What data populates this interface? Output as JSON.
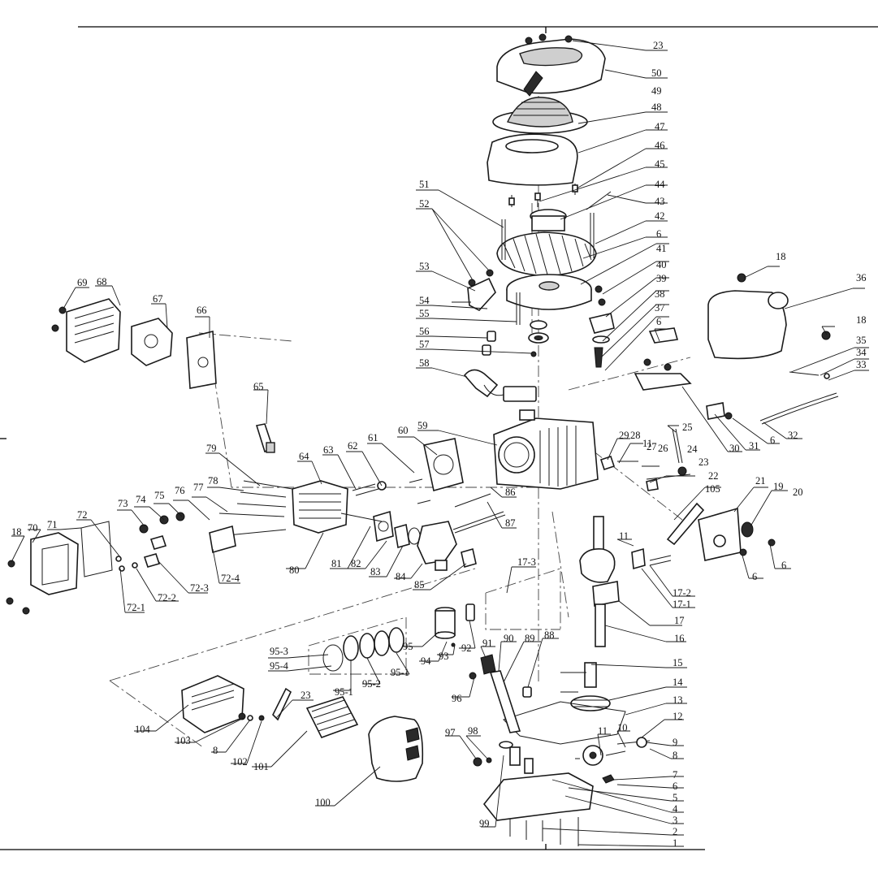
{
  "callouts": [
    {
      "id": "c23a",
      "text": "23"
    },
    {
      "id": "c50",
      "text": "50"
    },
    {
      "id": "c49",
      "text": "49"
    },
    {
      "id": "c48",
      "text": "48"
    },
    {
      "id": "c47",
      "text": "47"
    },
    {
      "id": "c46",
      "text": "46"
    },
    {
      "id": "c45",
      "text": "45"
    },
    {
      "id": "c44",
      "text": "44"
    },
    {
      "id": "c43",
      "text": "43"
    },
    {
      "id": "c42",
      "text": "42"
    },
    {
      "id": "c6a",
      "text": "6"
    },
    {
      "id": "c41",
      "text": "41"
    },
    {
      "id": "c40",
      "text": "40"
    },
    {
      "id": "c39",
      "text": "39"
    },
    {
      "id": "c38",
      "text": "38"
    },
    {
      "id": "c37",
      "text": "37"
    },
    {
      "id": "c6b",
      "text": "6"
    },
    {
      "id": "c18a",
      "text": "18"
    },
    {
      "id": "c36",
      "text": "36"
    },
    {
      "id": "c18b",
      "text": "18"
    },
    {
      "id": "c35",
      "text": "35"
    },
    {
      "id": "c34",
      "text": "34"
    },
    {
      "id": "c33",
      "text": "33"
    },
    {
      "id": "c32",
      "text": "32"
    },
    {
      "id": "c6c",
      "text": "6"
    },
    {
      "id": "c31",
      "text": "31"
    },
    {
      "id": "c30",
      "text": "30"
    },
    {
      "id": "c51",
      "text": "51"
    },
    {
      "id": "c52",
      "text": "52"
    },
    {
      "id": "c53",
      "text": "53"
    },
    {
      "id": "c54",
      "text": "54"
    },
    {
      "id": "c55",
      "text": "55"
    },
    {
      "id": "c56",
      "text": "56"
    },
    {
      "id": "c57",
      "text": "57"
    },
    {
      "id": "c58",
      "text": "58"
    },
    {
      "id": "c69",
      "text": "69"
    },
    {
      "id": "c68",
      "text": "68"
    },
    {
      "id": "c67",
      "text": "67"
    },
    {
      "id": "c66",
      "text": "66"
    },
    {
      "id": "c65",
      "text": "65"
    },
    {
      "id": "c60",
      "text": "60"
    },
    {
      "id": "c59",
      "text": "59"
    },
    {
      "id": "c61",
      "text": "61"
    },
    {
      "id": "c62",
      "text": "62"
    },
    {
      "id": "c63",
      "text": "63"
    },
    {
      "id": "c64",
      "text": "64"
    },
    {
      "id": "c79",
      "text": "79"
    },
    {
      "id": "c78",
      "text": "78"
    },
    {
      "id": "c77",
      "text": "77"
    },
    {
      "id": "c76",
      "text": "76"
    },
    {
      "id": "c75",
      "text": "75"
    },
    {
      "id": "c74",
      "text": "74"
    },
    {
      "id": "c73",
      "text": "73"
    },
    {
      "id": "c72",
      "text": "72"
    },
    {
      "id": "c71",
      "text": "71"
    },
    {
      "id": "c70",
      "text": "70"
    },
    {
      "id": "c18c",
      "text": "18"
    },
    {
      "id": "c721",
      "text": "72-1"
    },
    {
      "id": "c722",
      "text": "72-2"
    },
    {
      "id": "c723",
      "text": "72-3"
    },
    {
      "id": "c724",
      "text": "72-4"
    },
    {
      "id": "c80",
      "text": "80"
    },
    {
      "id": "c81",
      "text": "81"
    },
    {
      "id": "c82",
      "text": "82"
    },
    {
      "id": "c83",
      "text": "83"
    },
    {
      "id": "c84",
      "text": "84"
    },
    {
      "id": "c85",
      "text": "85"
    },
    {
      "id": "c86",
      "text": "86"
    },
    {
      "id": "c87",
      "text": "87"
    },
    {
      "id": "c29",
      "text": "29"
    },
    {
      "id": "c28",
      "text": "28"
    },
    {
      "id": "c11a",
      "text": "11"
    },
    {
      "id": "c27",
      "text": "27"
    },
    {
      "id": "c26",
      "text": "26"
    },
    {
      "id": "c25",
      "text": "25"
    },
    {
      "id": "c24",
      "text": "24"
    },
    {
      "id": "c23b",
      "text": "23"
    },
    {
      "id": "c22",
      "text": "22"
    },
    {
      "id": "c105",
      "text": "105"
    },
    {
      "id": "c21",
      "text": "21"
    },
    {
      "id": "c19",
      "text": "19"
    },
    {
      "id": "c20",
      "text": "20"
    },
    {
      "id": "c11b",
      "text": "11"
    },
    {
      "id": "c6d",
      "text": "6"
    },
    {
      "id": "c6e",
      "text": "6"
    },
    {
      "id": "c173",
      "text": "17-3"
    },
    {
      "id": "c172",
      "text": "17-2"
    },
    {
      "id": "c171",
      "text": "17-1"
    },
    {
      "id": "c17",
      "text": "17"
    },
    {
      "id": "c16",
      "text": "16"
    },
    {
      "id": "c953",
      "text": "95-3"
    },
    {
      "id": "c954",
      "text": "95-4"
    },
    {
      "id": "c95",
      "text": "95"
    },
    {
      "id": "c94",
      "text": "94"
    },
    {
      "id": "c93",
      "text": "93"
    },
    {
      "id": "c92",
      "text": "92"
    },
    {
      "id": "c951a",
      "text": "95-1"
    },
    {
      "id": "c952",
      "text": "95-2"
    },
    {
      "id": "c951b",
      "text": "95-1"
    },
    {
      "id": "c91",
      "text": "91"
    },
    {
      "id": "c90",
      "text": "90"
    },
    {
      "id": "c89",
      "text": "89"
    },
    {
      "id": "c88",
      "text": "88"
    },
    {
      "id": "c96",
      "text": "96"
    },
    {
      "id": "c15",
      "text": "15"
    },
    {
      "id": "c14",
      "text": "14"
    },
    {
      "id": "c13",
      "text": "13"
    },
    {
      "id": "c12",
      "text": "12"
    },
    {
      "id": "c10",
      "text": "10"
    },
    {
      "id": "c11c",
      "text": "11"
    },
    {
      "id": "c9",
      "text": "9"
    },
    {
      "id": "c8a",
      "text": "8"
    },
    {
      "id": "c7",
      "text": "7"
    },
    {
      "id": "c6f",
      "text": "6"
    },
    {
      "id": "c5",
      "text": "5"
    },
    {
      "id": "c4",
      "text": "4"
    },
    {
      "id": "c3",
      "text": "3"
    },
    {
      "id": "c2",
      "text": "2"
    },
    {
      "id": "c1",
      "text": "1"
    },
    {
      "id": "c104",
      "text": "104"
    },
    {
      "id": "c103",
      "text": "103"
    },
    {
      "id": "c8b",
      "text": "8"
    },
    {
      "id": "c102",
      "text": "102"
    },
    {
      "id": "c101",
      "text": "101"
    },
    {
      "id": "c23c",
      "text": "23"
    },
    {
      "id": "c100",
      "text": "100"
    },
    {
      "id": "c97",
      "text": "97"
    },
    {
      "id": "c98",
      "text": "98"
    },
    {
      "id": "c99",
      "text": "99"
    }
  ]
}
